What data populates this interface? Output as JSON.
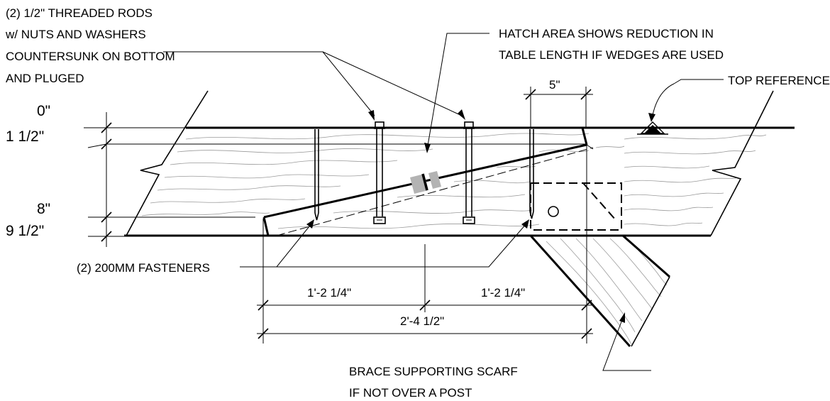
{
  "title": "",
  "elevations": {
    "top": "0\"",
    "upper_scarf_line": "1 1/2\"",
    "lower_scarf_line": "8\"",
    "bottom": "9 1/2\""
  },
  "dimensions": {
    "wedge_width": "5\"",
    "left_half": "1'-2 1/4\"",
    "right_half": "1'-2 1/4\"",
    "overall": "2'-4 1/2\""
  },
  "notes": {
    "threaded_rods": [
      "(2) 1/2\" THREADED RODS",
      "w/ NUTS AND WASHERS",
      "COUNTERSUNK ON BOTTOM",
      "AND PLUGED"
    ],
    "hatch_area": [
      "HATCH AREA SHOWS REDUCTION IN",
      "TABLE LENGTH IF WEDGES ARE USED"
    ],
    "top_reference": "TOP REFERENCE",
    "fasteners": "(2) 200MM FASTENERS",
    "brace": [
      "BRACE SUPPORTING SCARF",
      "IF NOT OVER A POST"
    ]
  },
  "colors": {
    "line": "#000000",
    "wood_grain": "#9a9a9a",
    "wedge_hatch": "#b3b3b3",
    "background": "#ffffff"
  }
}
